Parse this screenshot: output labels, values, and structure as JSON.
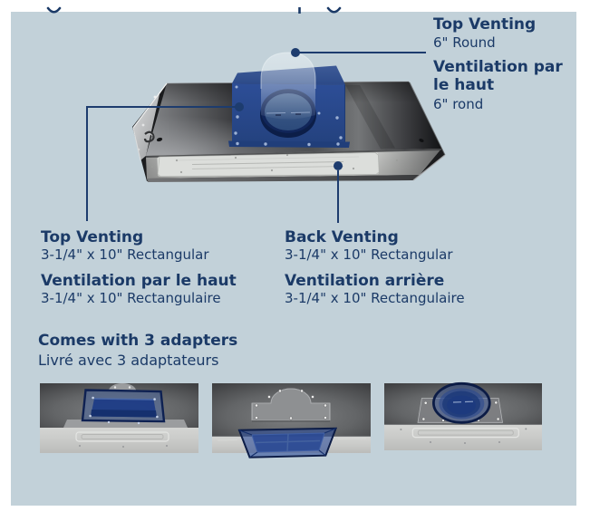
{
  "page": {
    "background": "#ffffff",
    "panel_color": "#c2d1d9",
    "accent_navy": "#1b3a67",
    "adapter_blue": "#2c4d95",
    "top_edge_note": "bottoms of a cropped-off heading line are visible at the very top edge"
  },
  "figure": {
    "description": "3D render of hood insert with blue top-vent adapter and ghosted 6-inch round duct",
    "callout_dots": [
      "round-duct-dot",
      "rect-adapter-dot",
      "back-panel-dot"
    ]
  },
  "callout_top_round": {
    "title_en": "Top Venting",
    "size_en": "6\" Round",
    "title_fr": "Ventilation par le haut",
    "size_fr": "6\" rond"
  },
  "callout_top_rect": {
    "title_en": "Top Venting",
    "size_en": "3-1/4\" x 10\" Rectangular",
    "title_fr": "Ventilation par le haut",
    "size_fr": "3-1/4\" x 10\" Rectangulaire"
  },
  "callout_back_rect": {
    "title_en": "Back Venting",
    "size_en": "3-1/4\" x 10\" Rectangular",
    "title_fr": "Ventilation arrière",
    "size_fr": "3-1/4\" x 10\" Rectangulaire"
  },
  "adapters_section": {
    "heading_en": "Comes with 3 adapters",
    "heading_fr": "Livré avec 3 adaptateurs",
    "photos": [
      {
        "name": "rectangular top-vent adapter photo"
      },
      {
        "name": "blanking plate with rectangular adapter photo"
      },
      {
        "name": "round top-vent adapter photo"
      }
    ]
  }
}
